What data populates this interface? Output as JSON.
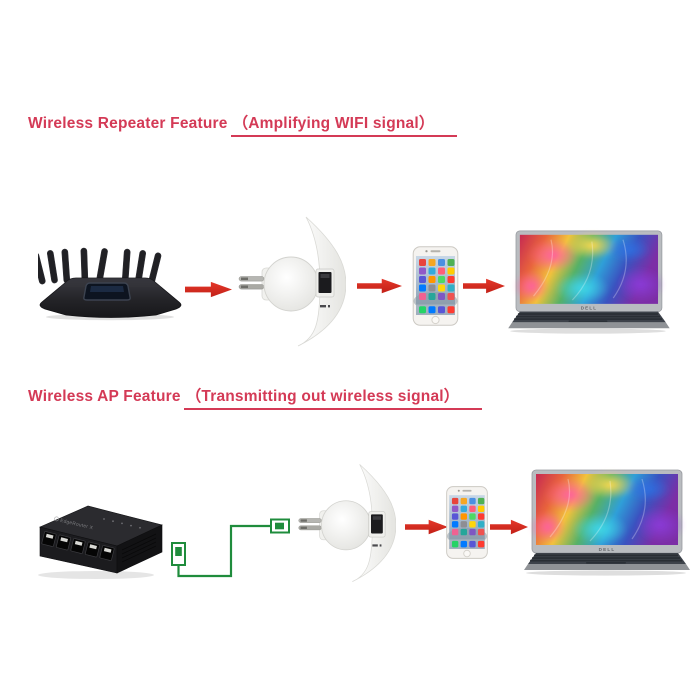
{
  "image": {
    "type": "product-feature-diagram",
    "background": "#ffffff"
  },
  "colors": {
    "title_red": "#d43a56",
    "arrow_red": "#d8251d",
    "cable_green": "#1f8c3c"
  },
  "sections": [
    {
      "name": "wireless-repeater-feature",
      "title_prefix": "Wireless Repeater Feature",
      "title_highlight": "（Amplifying WIFI signal）",
      "flow": [
        "router",
        "arrow-right",
        "wifi-repeater",
        "arrow-right",
        "smartphone",
        "arrow-right",
        "laptop"
      ]
    },
    {
      "name": "wireless-ap-feature",
      "title_prefix": "Wireless AP Feature",
      "title_highlight": "（Transmitting out wireless signal）",
      "flow": [
        "ethernet-switch",
        "ethernet-cable",
        "wifi-repeater",
        "arrow-right",
        "smartphone",
        "arrow-right",
        "laptop"
      ]
    }
  ],
  "labels": {
    "laptop_logo": "DELL",
    "switch_logo": "EdgeRouter X"
  }
}
